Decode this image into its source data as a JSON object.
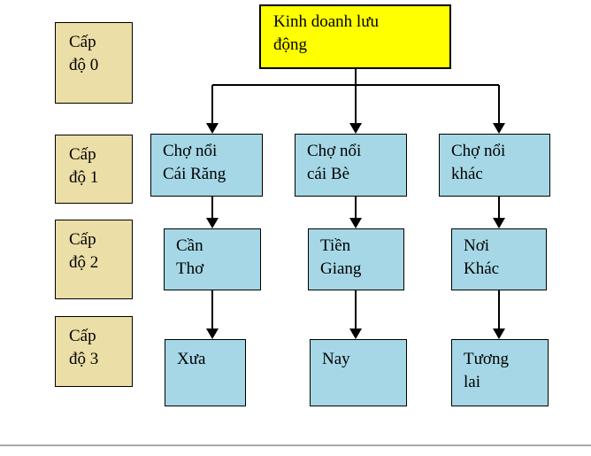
{
  "diagram": {
    "colors": {
      "canvas_bg": "#ffffff",
      "root_fill": "#ffff00",
      "level_fill": "#ebdea6",
      "node_fill": "#a5d7e6",
      "border": "#000000",
      "divider": "#a9a9a9"
    },
    "root": {
      "label": "Kinh doanh lưu động",
      "lines": [
        "Kinh doanh lưu",
        "động"
      ]
    },
    "levels": [
      {
        "label": "Cấp độ 0",
        "lines": [
          "Cấp",
          "độ 0"
        ]
      },
      {
        "label": "Cấp độ 1",
        "lines": [
          "Cấp",
          "độ 1"
        ]
      },
      {
        "label": "Cấp độ 2",
        "lines": [
          "Cấp",
          "độ 2"
        ]
      },
      {
        "label": "Cấp độ 3",
        "lines": [
          "Cấp",
          "độ 3"
        ]
      }
    ],
    "columns": [
      {
        "level1": {
          "label": "Chợ nổi Cái Răng",
          "lines": [
            "Chợ nổi",
            "Cái Răng"
          ]
        },
        "level2": {
          "label": "Cần Thơ",
          "lines": [
            "Cần",
            "Thơ"
          ]
        },
        "level3": {
          "label": "Xưa",
          "lines": [
            "Xưa"
          ]
        }
      },
      {
        "level1": {
          "label": "Chợ nổi cái Bè",
          "lines": [
            "Chợ nổi",
            "cái Bè"
          ]
        },
        "level2": {
          "label": "Tiền Giang",
          "lines": [
            "Tiền",
            "Giang"
          ]
        },
        "level3": {
          "label": "Nay",
          "lines": [
            "Nay"
          ]
        }
      },
      {
        "level1": {
          "label": "Chợ nổi khác",
          "lines": [
            "Chợ nổi",
            "khác"
          ]
        },
        "level2": {
          "label": "Nơi Khác",
          "lines": [
            "Nơi",
            "Khác"
          ]
        },
        "level3": {
          "label": "Tương lai",
          "lines": [
            "Tương",
            "lai"
          ]
        }
      }
    ]
  }
}
